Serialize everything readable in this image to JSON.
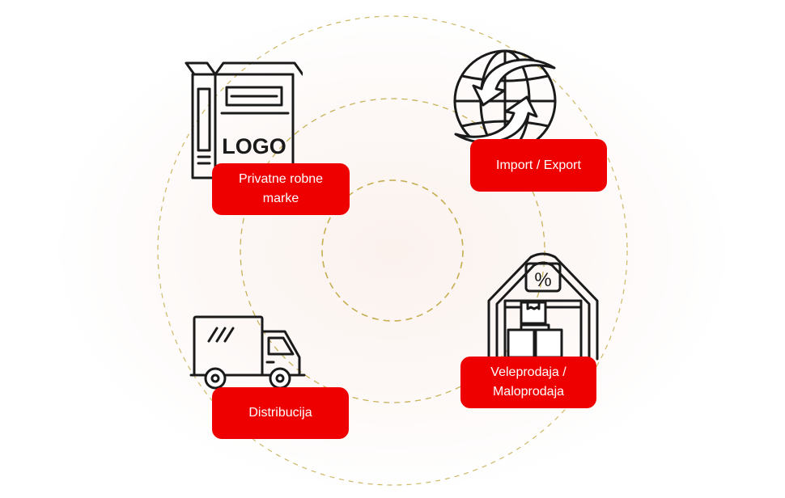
{
  "nodes": [
    {
      "id": "private",
      "label_lines": [
        "Privatne robne",
        "marke"
      ],
      "icon": "logo-box-icon"
    },
    {
      "id": "import",
      "label_lines": [
        "Import / Export"
      ],
      "icon": "globe-arrows-icon"
    },
    {
      "id": "wholesale",
      "label_lines": [
        "Veleprodaja /",
        "Maloprodaja"
      ],
      "icon": "warehouse-icon"
    },
    {
      "id": "distribution",
      "label_lines": [
        "Distribucija"
      ],
      "icon": "truck-icon"
    }
  ],
  "logo_text": "LOGO",
  "warehouse_sign": "%",
  "colors": {
    "accent": "#ee0000",
    "ring": "#c8b25a",
    "icon_stroke": "#1a1a1a"
  }
}
